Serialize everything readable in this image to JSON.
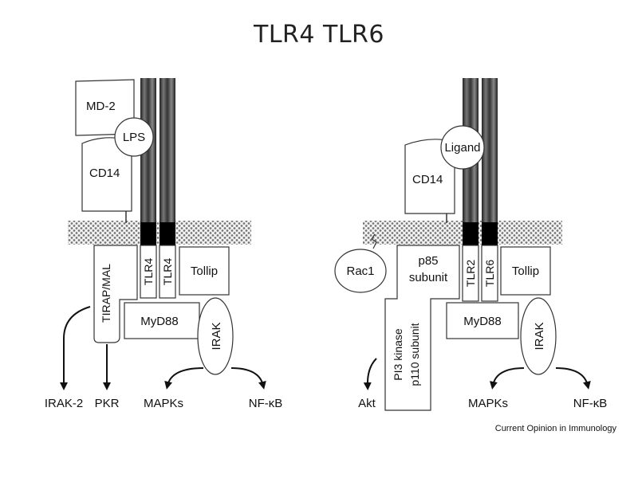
{
  "title": "TLR4 TLR6",
  "left": {
    "md2": "MD-2",
    "lps": "LPS",
    "cd14": "CD14",
    "tirap": "TIRAP/MAL",
    "tlr4a": "TLR4",
    "tlr4b": "TLR4",
    "tollip": "Tollip",
    "myd88": "MyD88",
    "irak": "IRAK",
    "irak2": "IRAK-2",
    "pkr": "PKR",
    "mapks": "MAPKs",
    "nfkb": "NF-κB"
  },
  "right": {
    "ligand": "Ligand",
    "cd14": "CD14",
    "rac1": "Rac1",
    "p85a": "p85",
    "p85b": "subunit",
    "tlr2": "TLR2",
    "tlr6": "TLR6",
    "tollip": "Tollip",
    "pi3a": "PI3 kinase",
    "pi3b": "p110 subunit",
    "myd88": "MyD88",
    "irak": "IRAK",
    "akt": "Akt",
    "mapks": "MAPKs",
    "nfkb": "NF-κB"
  },
  "credit": "Current Opinion in Immunology"
}
